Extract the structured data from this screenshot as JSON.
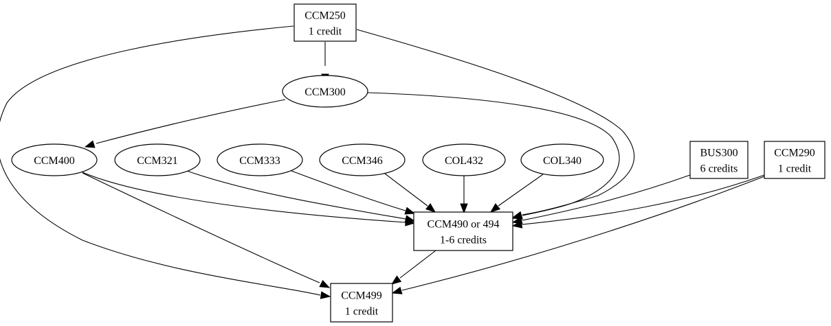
{
  "graph": {
    "type": "directed-graph",
    "nodes": [
      {
        "id": "CCM250",
        "shape": "box",
        "lines": [
          "CCM250",
          "1 credit"
        ]
      },
      {
        "id": "CCM300",
        "shape": "ellipse",
        "lines": [
          "CCM300"
        ]
      },
      {
        "id": "CCM400",
        "shape": "ellipse",
        "lines": [
          "CCM400"
        ]
      },
      {
        "id": "CCM321",
        "shape": "ellipse",
        "lines": [
          "CCM321"
        ]
      },
      {
        "id": "CCM333",
        "shape": "ellipse",
        "lines": [
          "CCM333"
        ]
      },
      {
        "id": "CCM346",
        "shape": "ellipse",
        "lines": [
          "CCM346"
        ]
      },
      {
        "id": "COL432",
        "shape": "ellipse",
        "lines": [
          "COL432"
        ]
      },
      {
        "id": "COL340",
        "shape": "ellipse",
        "lines": [
          "COL340"
        ]
      },
      {
        "id": "BUS300",
        "shape": "box",
        "lines": [
          "BUS300",
          "6 credits"
        ]
      },
      {
        "id": "CCM290",
        "shape": "box",
        "lines": [
          "CCM290",
          "1 credit"
        ]
      },
      {
        "id": "CCM490",
        "shape": "box",
        "lines": [
          "CCM490 or 494",
          "1-6 credits"
        ]
      },
      {
        "id": "CCM499",
        "shape": "box",
        "lines": [
          "CCM499",
          "1 credit"
        ]
      }
    ],
    "edges": [
      {
        "from": "CCM250",
        "to": "CCM300"
      },
      {
        "from": "CCM250",
        "to": "CCM499"
      },
      {
        "from": "CCM250",
        "to": "CCM490"
      },
      {
        "from": "CCM300",
        "to": "CCM400"
      },
      {
        "from": "CCM300",
        "to": "CCM490"
      },
      {
        "from": "CCM400",
        "to": "CCM490"
      },
      {
        "from": "CCM400",
        "to": "CCM499"
      },
      {
        "from": "CCM321",
        "to": "CCM490"
      },
      {
        "from": "CCM333",
        "to": "CCM490"
      },
      {
        "from": "CCM346",
        "to": "CCM490"
      },
      {
        "from": "COL432",
        "to": "CCM490"
      },
      {
        "from": "COL340",
        "to": "CCM490"
      },
      {
        "from": "BUS300",
        "to": "CCM490"
      },
      {
        "from": "CCM290",
        "to": "CCM490"
      },
      {
        "from": "CCM290",
        "to": "CCM499"
      },
      {
        "from": "CCM490",
        "to": "CCM499"
      }
    ]
  }
}
